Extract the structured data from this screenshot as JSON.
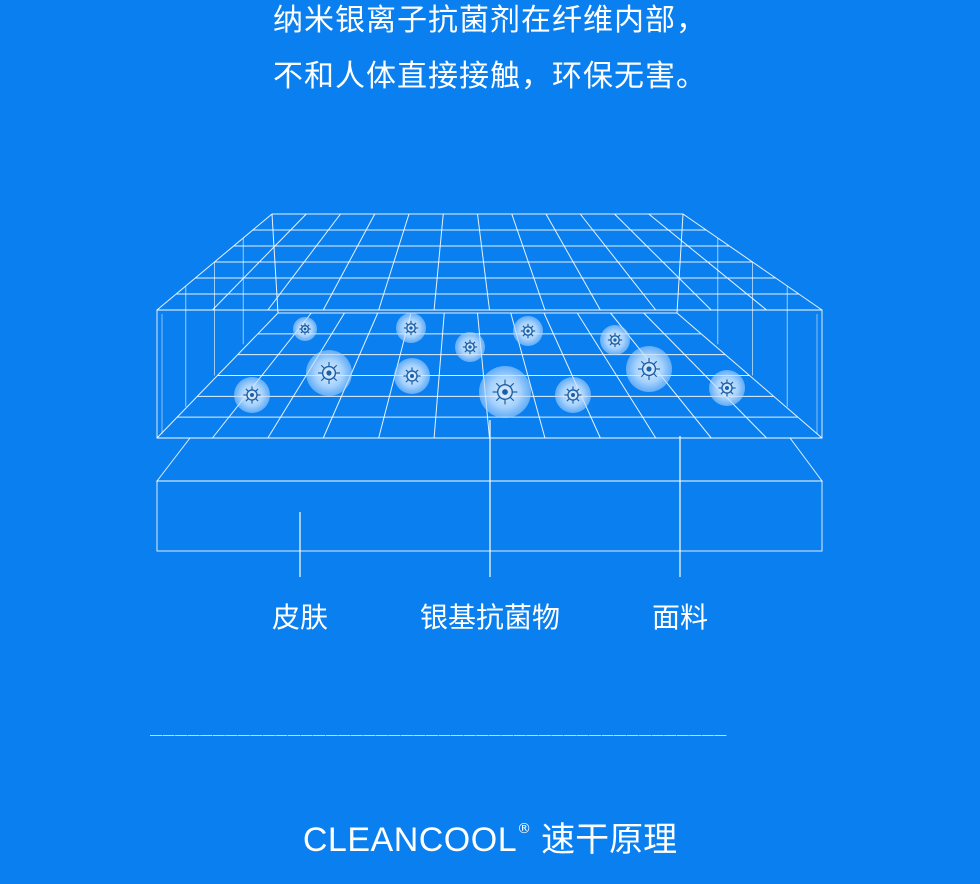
{
  "headline": {
    "line1": "纳米银离子抗菌剂在纤维内部，",
    "line2": "不和人体直接接触，环保无害。"
  },
  "labels": {
    "skin": "皮肤",
    "silver": "银基抗菌物",
    "fabric": "面料"
  },
  "divider": "______________________________________________",
  "footer": {
    "brand": "CLEANCOOL",
    "mark": "®",
    "title": "速干原理"
  },
  "colors": {
    "background": "#0a7ff0",
    "line": "#ffffff"
  }
}
